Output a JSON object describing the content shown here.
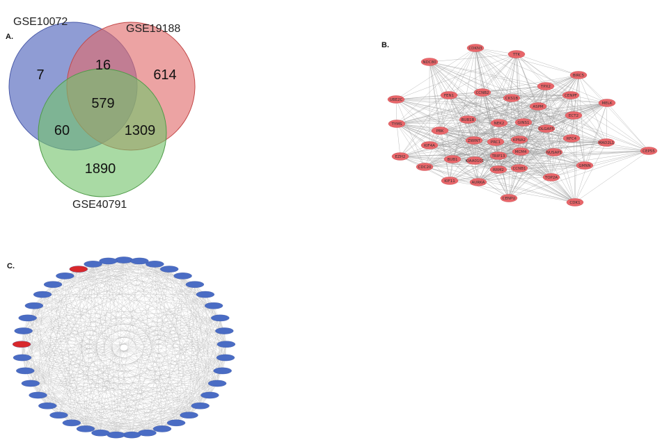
{
  "panels": {
    "a": "A.",
    "b": "B.",
    "c": "C."
  },
  "venn": {
    "sets": {
      "s1": "GSE10072",
      "s2": "GSE19188",
      "s3": "GSE40791"
    },
    "counts": {
      "only_s1": "7",
      "s1_s2": "16",
      "only_s2": "614",
      "all": "579",
      "s1_s3": "60",
      "s2_s3": "1309",
      "only_s3": "1890"
    },
    "colors": {
      "s1": "#7080c8",
      "s2": "#e06b6b",
      "s3": "#74c46c"
    }
  },
  "network_b": {
    "node_color": "#e8666a",
    "edge_color": "#9a9a9a",
    "nodes": [
      {
        "label": "CDKN3"
      },
      {
        "label": "TTK"
      },
      {
        "label": "NDC80"
      },
      {
        "label": "BIRC5"
      },
      {
        "label": "UBE2C"
      },
      {
        "label": "FEN1"
      },
      {
        "label": "CCNB2"
      },
      {
        "label": "CKS1B"
      },
      {
        "label": "TPX2"
      },
      {
        "label": "CENPF"
      },
      {
        "label": "MELK"
      },
      {
        "label": "ASPM"
      },
      {
        "label": "ECT2"
      },
      {
        "label": "BUB1B"
      },
      {
        "label": "NEK2"
      },
      {
        "label": "GINS1"
      },
      {
        "label": "TYMS"
      },
      {
        "label": "PBK"
      },
      {
        "label": "DLGAP5"
      },
      {
        "label": "ZWINT"
      },
      {
        "label": "PRC1"
      },
      {
        "label": "KPNA2"
      },
      {
        "label": "RFC4"
      },
      {
        "label": "MAD2L1"
      },
      {
        "label": "KIF4A"
      },
      {
        "label": "CEP55"
      },
      {
        "label": "EZH2"
      },
      {
        "label": "BUB1"
      },
      {
        "label": "KIAA0101"
      },
      {
        "label": "TRIP13"
      },
      {
        "label": "MCM4"
      },
      {
        "label": "NUSAP1"
      },
      {
        "label": "CDC20"
      },
      {
        "label": "RRM2"
      },
      {
        "label": "CCNB1"
      },
      {
        "label": "GMNN"
      },
      {
        "label": "TOP2A"
      },
      {
        "label": "KIF11"
      },
      {
        "label": "AURKA"
      },
      {
        "label": "CENPU"
      },
      {
        "label": "CDK1"
      }
    ]
  },
  "network_c": {
    "node_color": "#4a6cc4",
    "highlight_color": "#d8282c",
    "edge_color": "#a8a8a8",
    "node_count": 41,
    "highlighted": [
      4,
      11
    ]
  }
}
